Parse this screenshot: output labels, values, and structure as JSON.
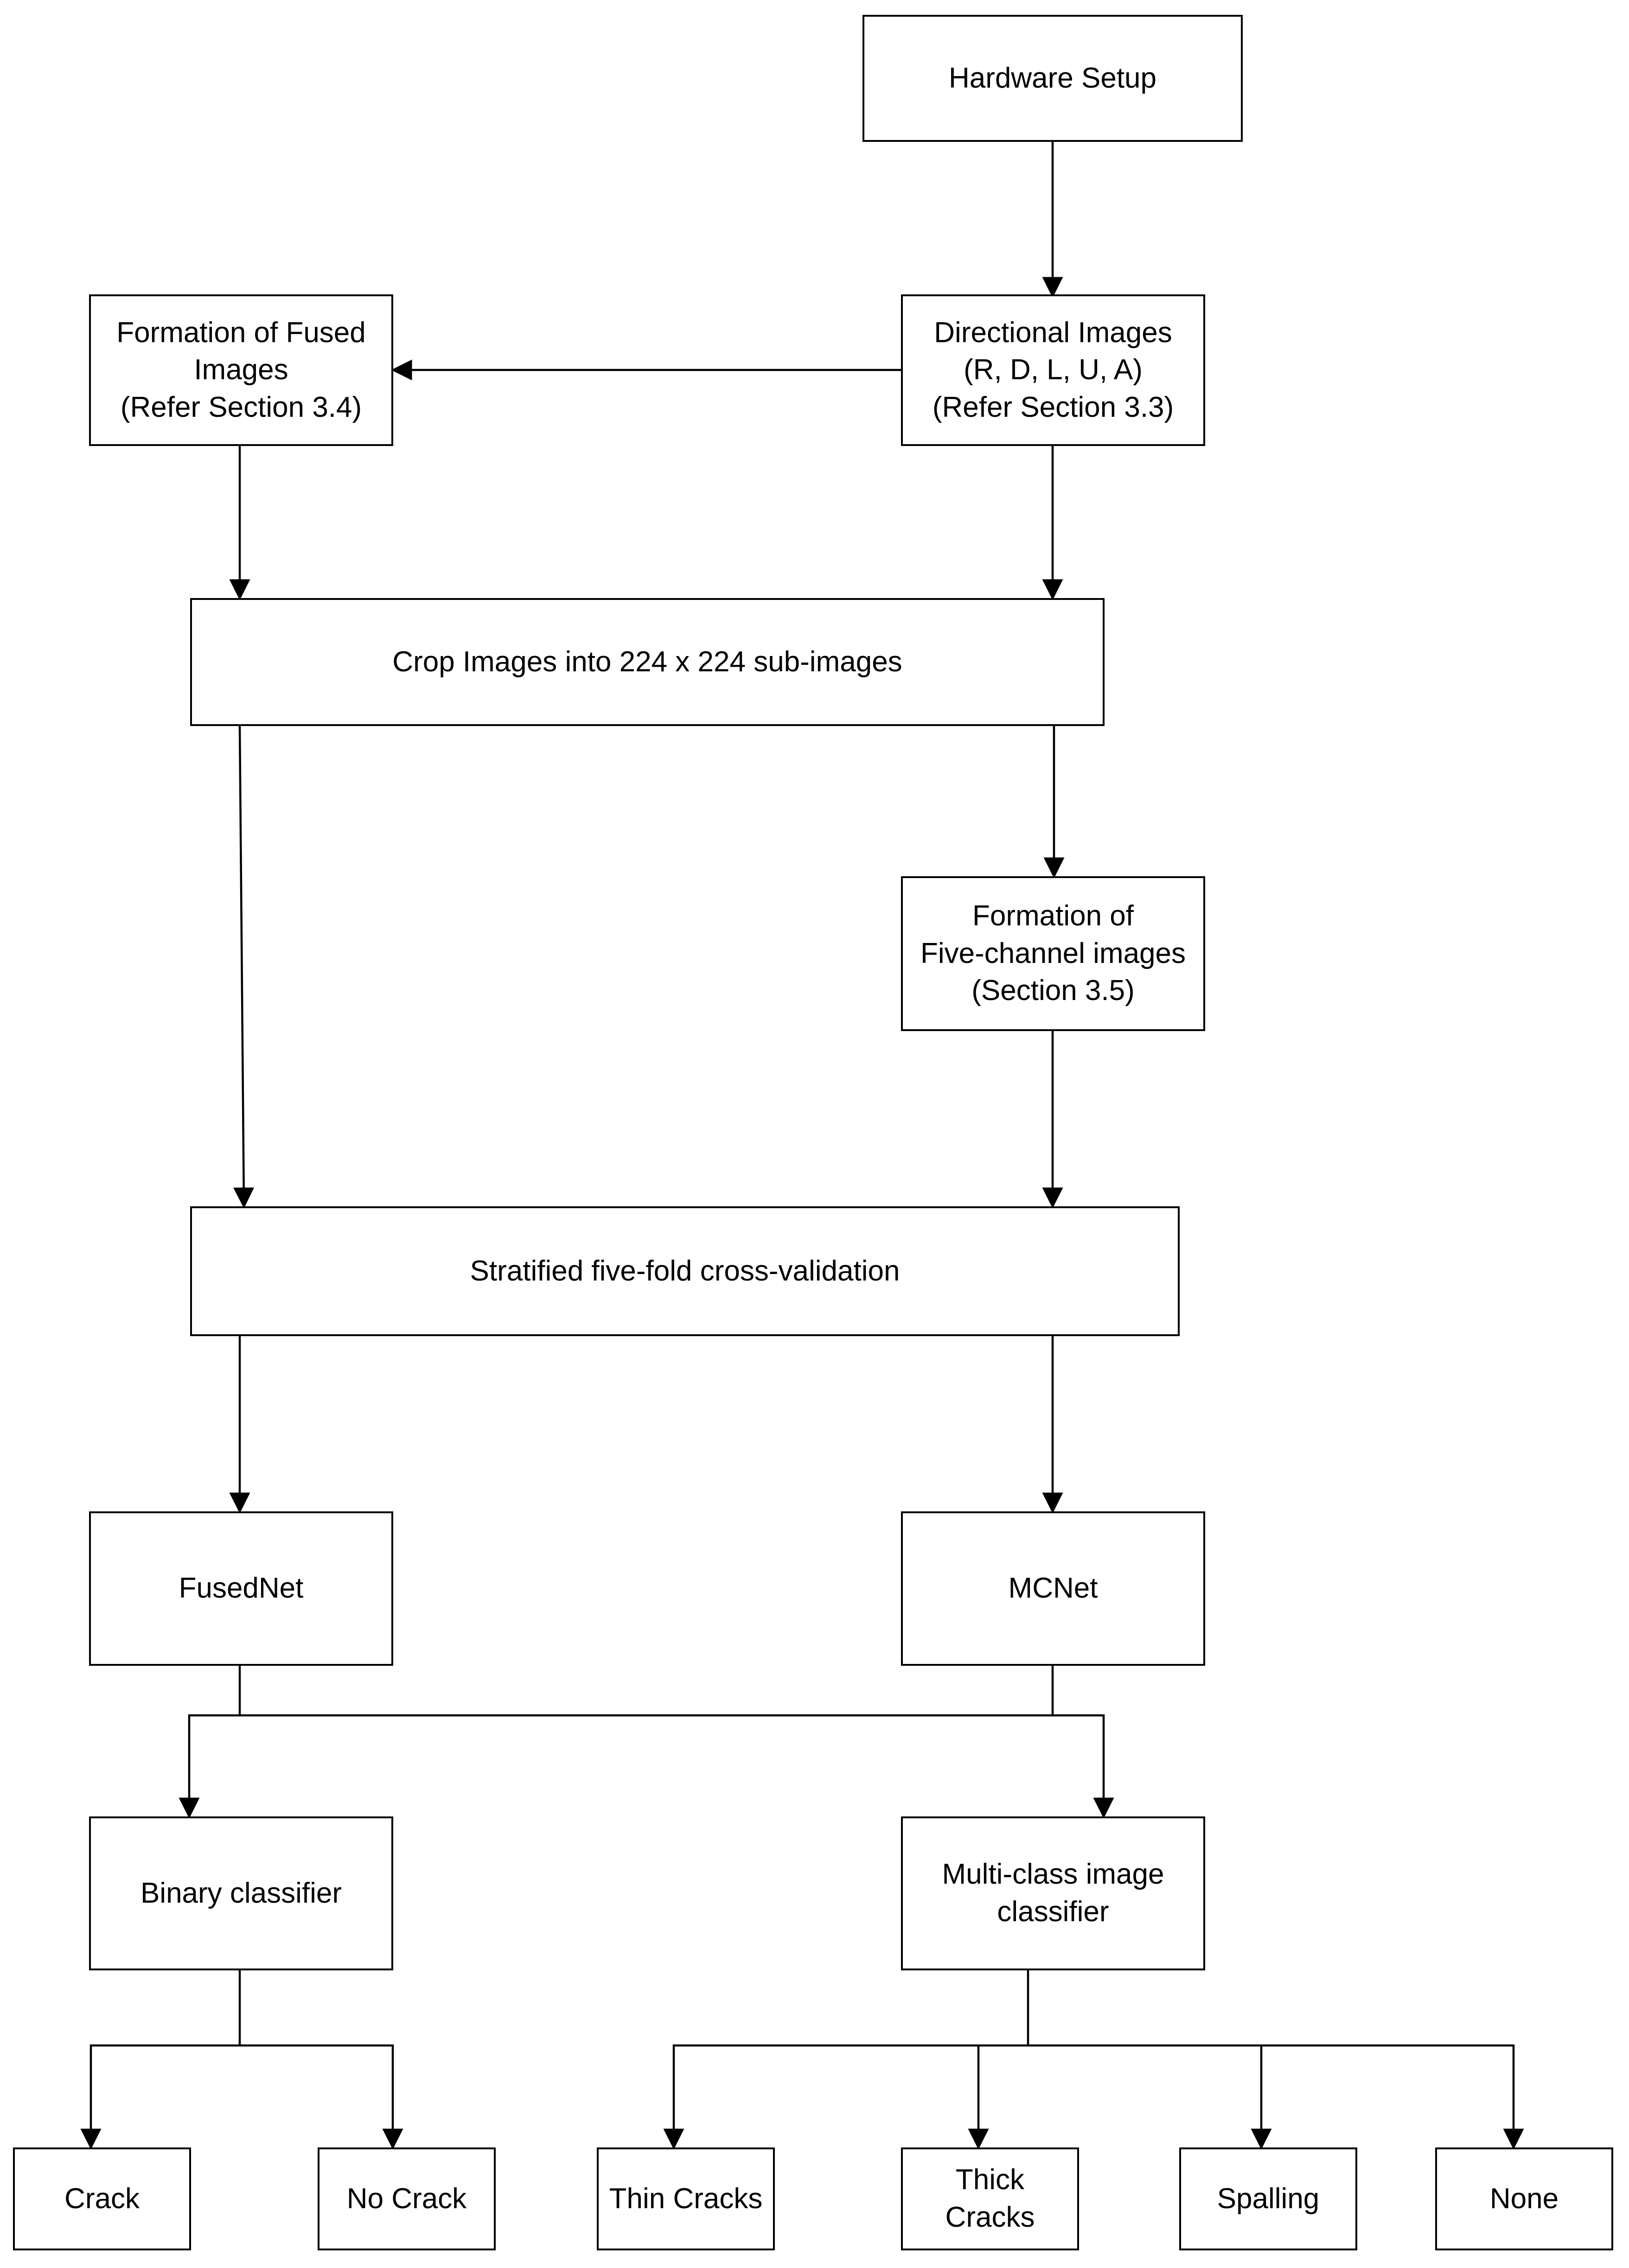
{
  "nodes": {
    "hardware_setup": "Hardware Setup",
    "directional_images": "Directional Images\n(R, D, L, U, A)\n(Refer Section 3.3)",
    "fused_images": "Formation of Fused\nImages\n(Refer Section 3.4)",
    "crop_images": "Crop Images into 224 x 224 sub-images",
    "five_channel": "Formation of\nFive-channel images\n(Section 3.5)",
    "cross_validation": "Stratified five-fold cross-validation",
    "fusednet": "FusedNet",
    "mcnet": "MCNet",
    "binary_classifier": "Binary classifier",
    "multiclass_classifier": "Multi-class image\nclassifier",
    "crack": "Crack",
    "no_crack": "No Crack",
    "thin_cracks": "Thin Cracks",
    "thick_cracks": "Thick\nCracks",
    "spalling": "Spalling",
    "none": "None"
  },
  "colors": {
    "stroke": "#000000",
    "background": "#ffffff"
  }
}
